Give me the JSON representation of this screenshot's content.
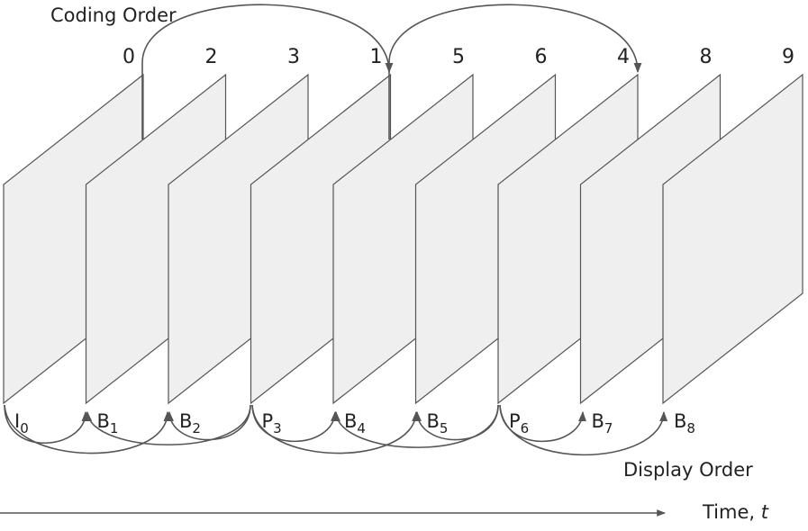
{
  "coding_order_label": "Coding Order",
  "display_order_label": "Display Order",
  "time_label": {
    "text": "Time, ",
    "var": "t"
  },
  "frames": [
    {
      "type": "I",
      "index": "0",
      "coding_order": "0"
    },
    {
      "type": "B",
      "index": "1",
      "coding_order": "2"
    },
    {
      "type": "B",
      "index": "2",
      "coding_order": "3"
    },
    {
      "type": "P",
      "index": "3",
      "coding_order": "1"
    },
    {
      "type": "B",
      "index": "4",
      "coding_order": "5"
    },
    {
      "type": "B",
      "index": "5",
      "coding_order": "6"
    },
    {
      "type": "P",
      "index": "6",
      "coding_order": "4"
    },
    {
      "type": "B",
      "index": "7",
      "coding_order": "8"
    },
    {
      "type": "B",
      "index": "8",
      "coding_order": "9"
    }
  ],
  "colors": {
    "frame_fill": "#efefef",
    "frame_stroke": "#555555",
    "arrow": "#555555",
    "text": "#222222"
  }
}
